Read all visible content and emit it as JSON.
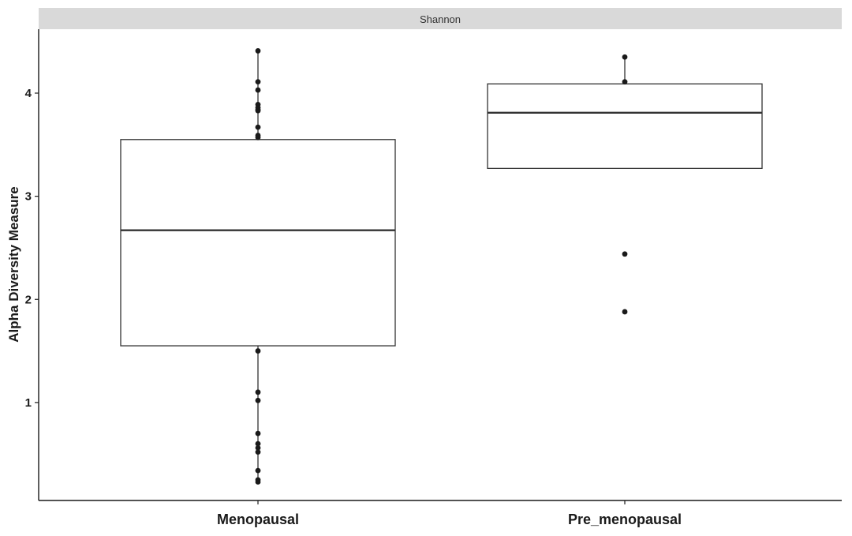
{
  "chart_data": {
    "type": "boxplot",
    "facet_label": "Shannon",
    "ylabel": "Alpha Diversity Measure",
    "xlabel": "",
    "categories": [
      "Menopausal",
      "Pre_menopausal"
    ],
    "ylim": [
      0.05,
      4.62
    ],
    "yticks": [
      1,
      2,
      3,
      4
    ],
    "grid": false,
    "legend": "none",
    "colors": {
      "box_fill": "#ffffff",
      "box_stroke": "#333333",
      "median": "#333333",
      "points": "#1a1a1a",
      "strip_fill": "#d9d9d9",
      "axis": "#1a1a1a"
    },
    "boxes": [
      {
        "category": "Menopausal",
        "q1": 1.55,
        "median": 2.67,
        "q3": 3.55,
        "whisker_low": 0.22,
        "whisker_high": 4.41,
        "points": [
          4.41,
          4.11,
          4.03,
          3.89,
          3.86,
          3.84,
          3.83,
          3.67,
          3.59,
          3.57,
          1.5,
          1.1,
          1.02,
          0.7,
          0.6,
          0.56,
          0.52,
          0.34,
          0.25,
          0.23
        ]
      },
      {
        "category": "Pre_menopausal",
        "q1": 3.27,
        "median": 3.81,
        "q3": 4.09,
        "whisker_low": 3.27,
        "whisker_high": 4.35,
        "points": [
          4.35,
          4.11,
          2.44,
          1.88
        ]
      }
    ]
  }
}
